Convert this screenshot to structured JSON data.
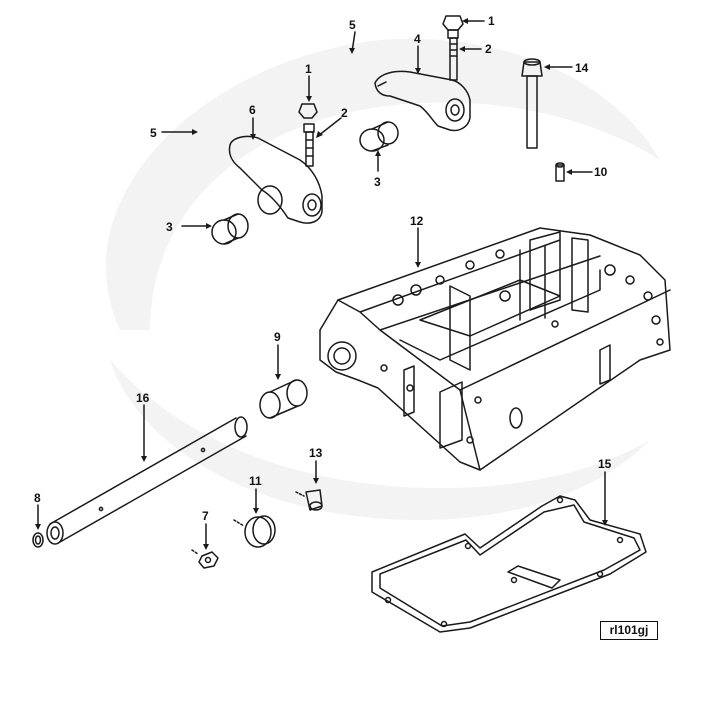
{
  "diagram": {
    "reference_code": "rl101gj",
    "callouts": [
      {
        "id": "c1a",
        "label": "1"
      },
      {
        "id": "c2a",
        "label": "2"
      },
      {
        "id": "c4",
        "label": "4"
      },
      {
        "id": "c5a",
        "label": "5"
      },
      {
        "id": "c14",
        "label": "14"
      },
      {
        "id": "c1b",
        "label": "1"
      },
      {
        "id": "c2b",
        "label": "2"
      },
      {
        "id": "c6",
        "label": "6"
      },
      {
        "id": "c5b",
        "label": "5"
      },
      {
        "id": "c3a",
        "label": "3"
      },
      {
        "id": "c3b",
        "label": "3"
      },
      {
        "id": "c10",
        "label": "10"
      },
      {
        "id": "c12",
        "label": "12"
      },
      {
        "id": "c9",
        "label": "9"
      },
      {
        "id": "c16",
        "label": "16"
      },
      {
        "id": "c13",
        "label": "13"
      },
      {
        "id": "c15",
        "label": "15"
      },
      {
        "id": "c11",
        "label": "11"
      },
      {
        "id": "c8",
        "label": "8"
      },
      {
        "id": "c7",
        "label": "7"
      }
    ],
    "colors": {
      "line": "#1a1a1a",
      "watermark": "#efefef",
      "background": "#ffffff"
    }
  }
}
